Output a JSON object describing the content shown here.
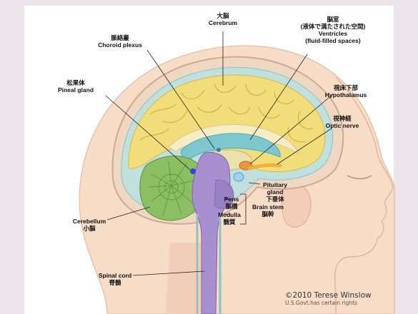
{
  "labels": {
    "cerebrum": {
      "ja": "大脳",
      "en": "Cerebrum"
    },
    "choroid_plexus": {
      "ja": "脈絡叢",
      "en": "Choroid plexus"
    },
    "ventricles": {
      "ja": "脳室",
      "ja_sub": "(液体で満たされた空間)",
      "en": "Ventricles",
      "en_sub": "(fluid-filled spaces)"
    },
    "pineal_gland": {
      "ja": "松果体",
      "en": "Pineal gland"
    },
    "hypothalamus": {
      "ja": "視床下部",
      "en": "Hypothalamus"
    },
    "optic_nerve": {
      "ja": "視神経",
      "en": "Optic nerve"
    },
    "pituitary_gland": {
      "en_1": "Pituitary",
      "en_2": "gland",
      "ja": "下垂体"
    },
    "pons": {
      "en": "Pons",
      "ja": "脳橋"
    },
    "medulla": {
      "en": "Medulla",
      "ja": "髄質"
    },
    "brain_stem": {
      "en": "Brain stem",
      "ja": "脳幹"
    },
    "cerebellum": {
      "en": "Cerebellum",
      "ja": "小脳"
    },
    "spinal_cord": {
      "en": "Spinal cord",
      "ja": "脊髄"
    }
  },
  "credit": {
    "line1": "©2010 Terese Winslow",
    "line2": "U.S.Govt.has certain rights"
  },
  "colors": {
    "background": "#ece6ec",
    "panel": "#ffffff",
    "cerebrum": "#f1de7a",
    "ventricle": "#7ec7cf",
    "cerebellum": "#8cbf63",
    "brain_stem": "#a78fd0",
    "skin": "#f7dcc8"
  }
}
